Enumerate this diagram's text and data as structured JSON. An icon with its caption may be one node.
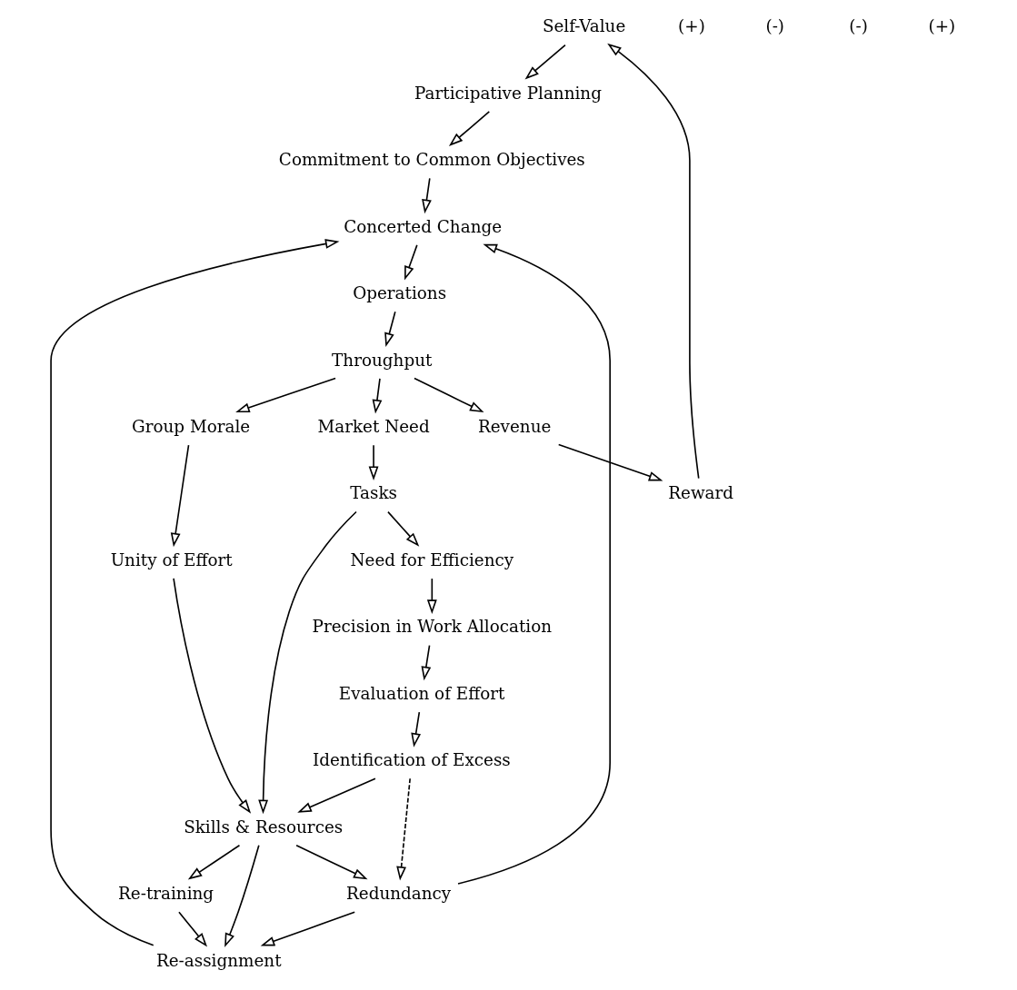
{
  "diagram": {
    "nodes": [
      {
        "text": [
          "Self-Value"
        ]
      },
      {
        "text": [
          "Participative Planning"
        ]
      },
      {
        "text": [
          "Reward"
        ]
      },
      {
        "text": [
          "Commitment to Common Objectives"
        ]
      },
      {
        "text": [
          "Revenue"
        ]
      },
      {
        "text": [
          "Operations"
        ]
      },
      {
        "text": [
          "Concerted Change"
        ]
      },
      {
        "text": [
          "Throughput"
        ]
      },
      {
        "text": [
          "Re-assignment"
        ]
      },
      {
        "text": [
          "Market Need"
        ]
      },
      {
        "text": [
          "Group Morale"
        ]
      },
      {
        "text": [
          "Re-training"
        ]
      },
      {
        "text": [
          "Unity of Effort"
        ]
      },
      {
        "text": [
          "Tasks"
        ]
      },
      {
        "text": [
          "Skills & Resources"
        ]
      },
      {
        "text": [
          "Redundancy"
        ]
      },
      {
        "text": [
          "Need for Efficiency"
        ]
      },
      {
        "text": [
          "Identification of Excess"
        ]
      },
      {
        "text": [
          "Precision in Work Allocation"
        ]
      },
      {
        "text": [
          "Evaluation of Effort"
        ]
      }
    ],
    "edges": [
      {
        "from": 2,
        "to": 0,
        "arrow": "to"
      },
      {
        "from": 0,
        "to": 1,
        "arrow": "to"
      },
      {
        "from": 1,
        "to": 3,
        "arrow": "to"
      },
      {
        "from": 3,
        "to": 6,
        "arrow": "to"
      },
      {
        "from": 6,
        "to": 5,
        "arrow": "to"
      },
      {
        "from": 5,
        "to": 7,
        "arrow": "to"
      },
      {
        "from": 7,
        "to": 4,
        "arrow": "to"
      },
      {
        "from": 4,
        "to": 2,
        "arrow": "to"
      },
      {
        "from": 7,
        "to": 9,
        "arrow": "to"
      },
      {
        "from": 7,
        "to": 10,
        "arrow": "to"
      },
      {
        "from": 10,
        "to": 12,
        "arrow": "to"
      },
      {
        "from": 9,
        "to": 13,
        "arrow": "to"
      },
      {
        "from": 12,
        "to": 14,
        "arrow": "to"
      },
      {
        "from": 13,
        "to": 14,
        "arrow": "to"
      },
      {
        "from": 13,
        "to": 16,
        "arrow": "to"
      },
      {
        "from": 16,
        "to": 18,
        "arrow": "to"
      },
      {
        "from": 18,
        "to": 19,
        "arrow": "to"
      },
      {
        "from": 19,
        "to": 17,
        "arrow": "to"
      },
      {
        "from": 17,
        "to": 14,
        "arrow": "to"
      },
      {
        "from": 17,
        "to": 15,
        "arrow": "to",
        "style": "dashed"
      },
      {
        "from": 14,
        "to": 15,
        "arrow": "to"
      },
      {
        "from": 14,
        "to": 11,
        "arrow": "to"
      },
      {
        "from": 14,
        "to": 8,
        "arrow": "to"
      },
      {
        "from": 11,
        "to": 8,
        "arrow": "to"
      },
      {
        "from": 15,
        "to": 8,
        "arrow": "to"
      },
      {
        "from": 15,
        "to": 6,
        "arrow": "to"
      },
      {
        "from": 8,
        "to": 6,
        "arrow": "to"
      }
    ],
    "labels": [
      "(+)",
      "(-)",
      "(-)",
      "(+)"
    ]
  }
}
